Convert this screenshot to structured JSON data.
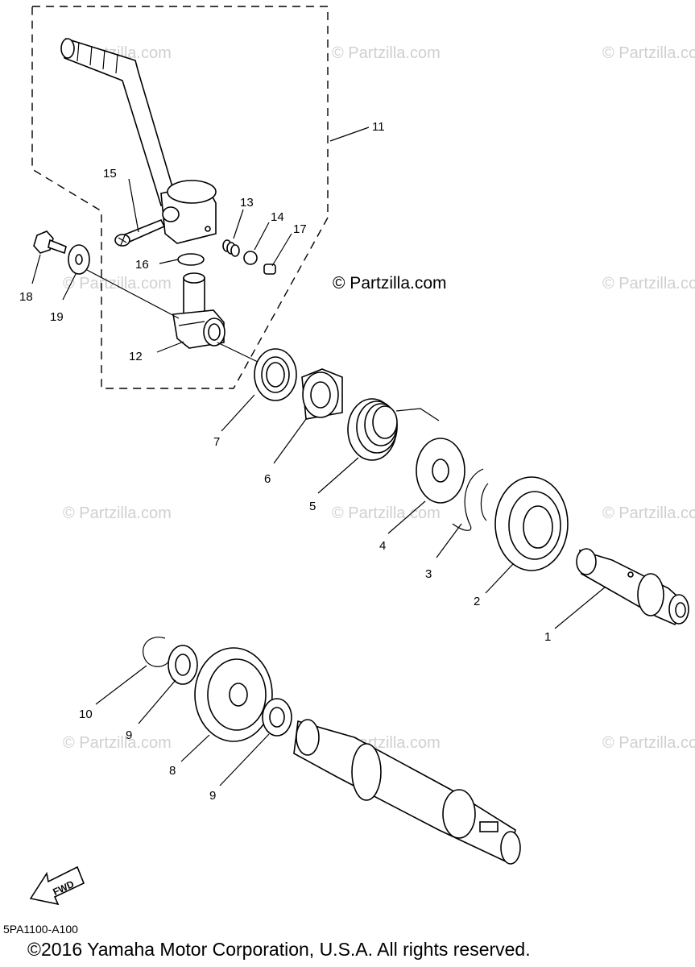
{
  "watermarks": [
    "© Partzilla.com",
    "© Partzilla.com",
    "© Partzilla.com",
    "© Partzilla.com",
    "© Partzilla.com",
    "© Partzilla.com",
    "© Partzilla.com",
    "© Partzilla.com",
    "© Partzilla.com",
    "© Partzilla.com",
    "© Partzilla.com"
  ],
  "main_watermark": "© Partzilla.com",
  "callouts": {
    "c1": "1",
    "c2": "2",
    "c3": "3",
    "c4": "4",
    "c5": "5",
    "c6": "6",
    "c7": "7",
    "c8": "8",
    "c9a": "9",
    "c9b": "9",
    "c10": "10",
    "c11": "11",
    "c12": "12",
    "c13": "13",
    "c14": "14",
    "c15": "15",
    "c16": "16",
    "c17": "17",
    "c18": "18",
    "c19": "19"
  },
  "fwd_label": "FWD",
  "diagram_code": "5PA1100-A100",
  "copyright": "©2016 Yamaha Motor Corporation, U.S.A. All rights reserved."
}
